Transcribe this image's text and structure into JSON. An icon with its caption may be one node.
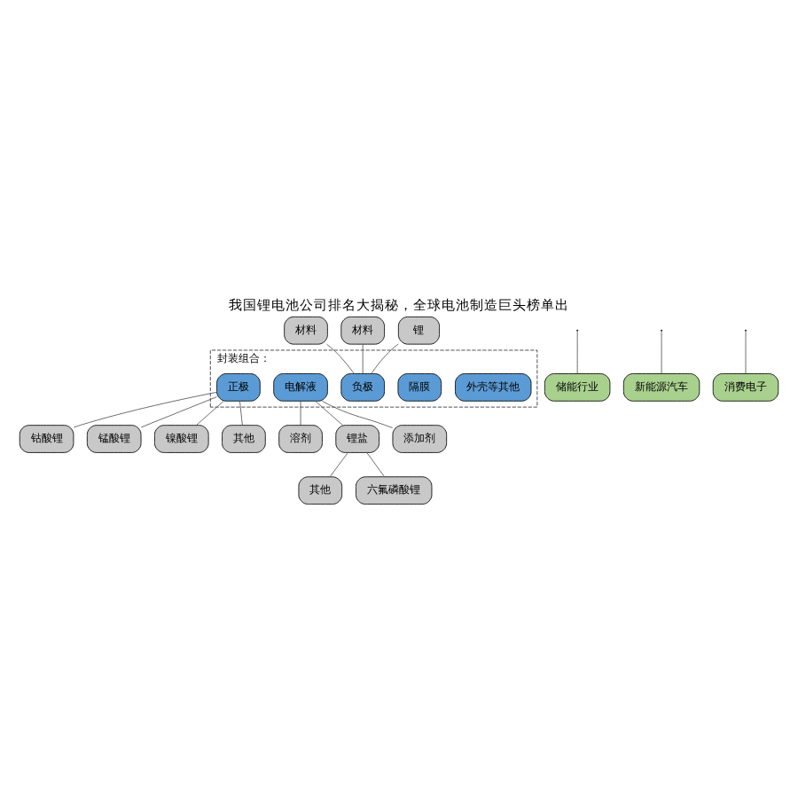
{
  "diagram": {
    "title": "我国锂电池公司排名大揭秘，全球电池制造巨头榜单出",
    "nodes": [
      {
        "text": [
          "材料"
        ]
      },
      {
        "text": [
          "材料"
        ]
      },
      {
        "text": [
          "锂"
        ]
      },
      {
        "text": [
          "封装组合："
        ]
      },
      {
        "text": [
          "外壳等其他"
        ],
        "in": 3
      },
      {
        "text": [
          "隔膜"
        ],
        "in": 3
      },
      {
        "text": [
          "负极"
        ],
        "in": 3
      },
      {
        "text": [
          "正极"
        ],
        "in": 3
      },
      {
        "text": [
          "电解液"
        ],
        "in": 3
      },
      {
        "text": [
          "钴酸锂"
        ]
      },
      {
        "text": [
          "锰酸锂"
        ]
      },
      {
        "text": [
          "镍酸锂"
        ]
      },
      {
        "text": [
          "其他"
        ]
      },
      {
        "text": [
          "溶剂"
        ]
      },
      {
        "text": [
          "锂盐"
        ]
      },
      {
        "text": [
          "添加剂"
        ]
      },
      {
        "text": [
          "其他"
        ]
      },
      {
        "text": [
          "六氟磷酸锂"
        ]
      },
      {
        "text": [
          "储能行业"
        ]
      },
      {
        "text": [
          "新能源汽车"
        ]
      },
      {
        "text": [
          "消费电子"
        ]
      }
    ],
    "edges": [
      {
        "from": 0,
        "to": 6,
        "arrow": "none"
      },
      {
        "from": 1,
        "to": 6,
        "arrow": "none"
      },
      {
        "from": 2,
        "to": 6,
        "arrow": "none"
      },
      {
        "from": 7,
        "to": 9,
        "arrow": "none"
      },
      {
        "from": 7,
        "to": 10,
        "arrow": "none"
      },
      {
        "from": 7,
        "to": 11,
        "arrow": "none"
      },
      {
        "from": 7,
        "to": 12,
        "arrow": "none"
      },
      {
        "from": 8,
        "to": 13,
        "arrow": "none"
      },
      {
        "from": 8,
        "to": 14,
        "arrow": "none"
      },
      {
        "from": 8,
        "to": 15,
        "arrow": "none"
      },
      {
        "from": 14,
        "to": 16,
        "arrow": "none"
      },
      {
        "from": 14,
        "to": 17,
        "arrow": "none"
      },
      {
        "from": null,
        "to": 18,
        "arrow": "none"
      },
      {
        "from": null,
        "to": 19,
        "arrow": "none"
      },
      {
        "from": null,
        "to": 20,
        "arrow": "none"
      }
    ]
  }
}
